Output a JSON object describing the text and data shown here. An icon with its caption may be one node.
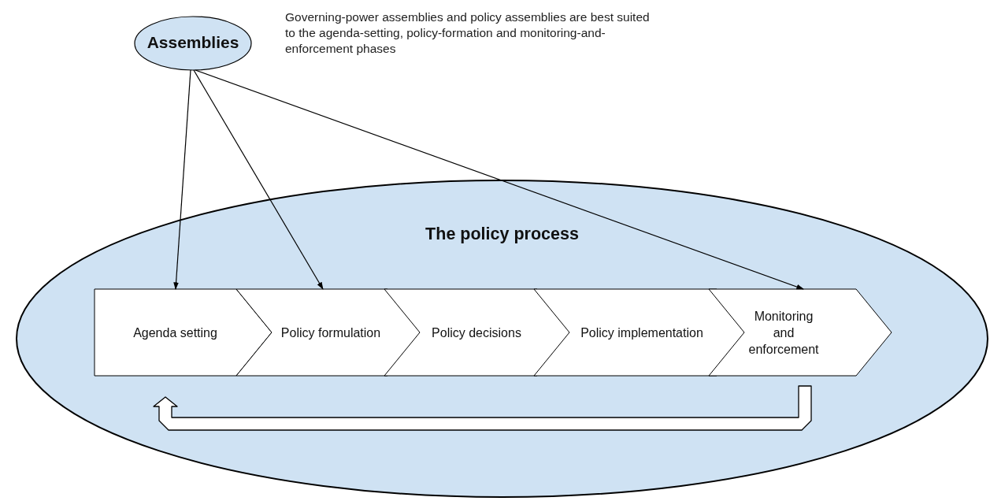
{
  "diagram": {
    "nodes": [
      {
        "text": [
          "Assemblies"
        ]
      },
      {
        "text": [
          "The policy process"
        ]
      },
      {
        "text": [
          "Agenda setting"
        ],
        "in": 1
      },
      {
        "text": [
          "Policy formulation"
        ],
        "in": 1
      },
      {
        "text": [
          "Policy decisions"
        ],
        "in": 1
      },
      {
        "text": [
          "Policy implementation"
        ],
        "in": 1
      },
      {
        "text": [
          "Monitoring and enforcement"
        ],
        "in": 1
      }
    ],
    "edges": [
      {
        "from": 0,
        "to": 2,
        "arrow": "to"
      },
      {
        "from": 0,
        "to": 3,
        "arrow": "to"
      },
      {
        "from": 0,
        "to": 6,
        "arrow": "to"
      },
      {
        "from": 6,
        "to": 2,
        "arrow": "to",
        "style": "thick"
      }
    ],
    "labels": [
      "Governing-power assemblies and policy assemblies are best suited to the agenda-setting, policy-formation and monitoring-and-enforcement phases"
    ]
  }
}
